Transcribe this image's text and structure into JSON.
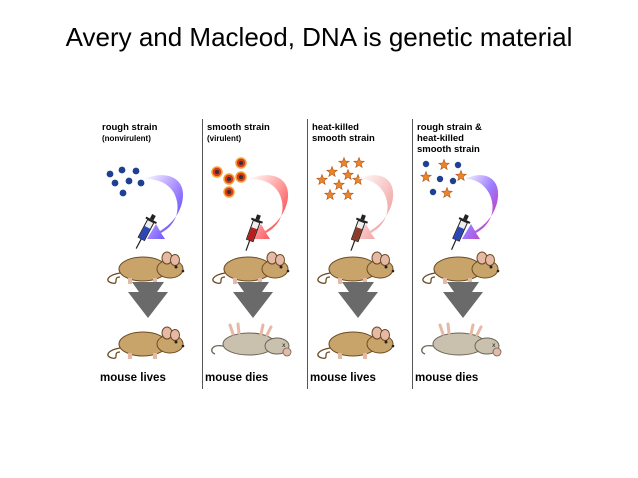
{
  "slide": {
    "title": "Avery and Macleod, DNA is genetic material"
  },
  "colors": {
    "rough": "#1f3f93",
    "smooth": "#d9371b",
    "heat_killed": "#e8842a",
    "mouse_alive": "#c9a46a",
    "mouse_dead": "#c9c0ad",
    "syringe_blue": "#2a47b8",
    "syringe_red": "#b81e1e",
    "syringe_brown": "#8f3b2a"
  },
  "panels": [
    {
      "label": "rough strain",
      "sublabel": "(nonvirulent)",
      "outcome": "mouse lives",
      "bacteria": "rough",
      "arrow": "purple-blue",
      "syringe": "syringe_blue",
      "mouse": "alive"
    },
    {
      "label": "smooth strain",
      "sublabel": "(virulent)",
      "outcome": "mouse dies",
      "bacteria": "smooth",
      "arrow": "red",
      "syringe": "syringe_red",
      "mouse": "dead"
    },
    {
      "label": "heat-killed",
      "label2": "smooth strain",
      "outcome": "mouse lives",
      "bacteria": "heat-killed",
      "arrow": "pink",
      "syringe": "syringe_brown",
      "mouse": "alive"
    },
    {
      "label": "rough strain &",
      "label2": "heat-killed",
      "label3": "smooth strain",
      "outcome": "mouse dies",
      "bacteria": "mixed",
      "arrow": "purple-pink",
      "syringe": "syringe_blue",
      "mouse": "dead"
    }
  ]
}
